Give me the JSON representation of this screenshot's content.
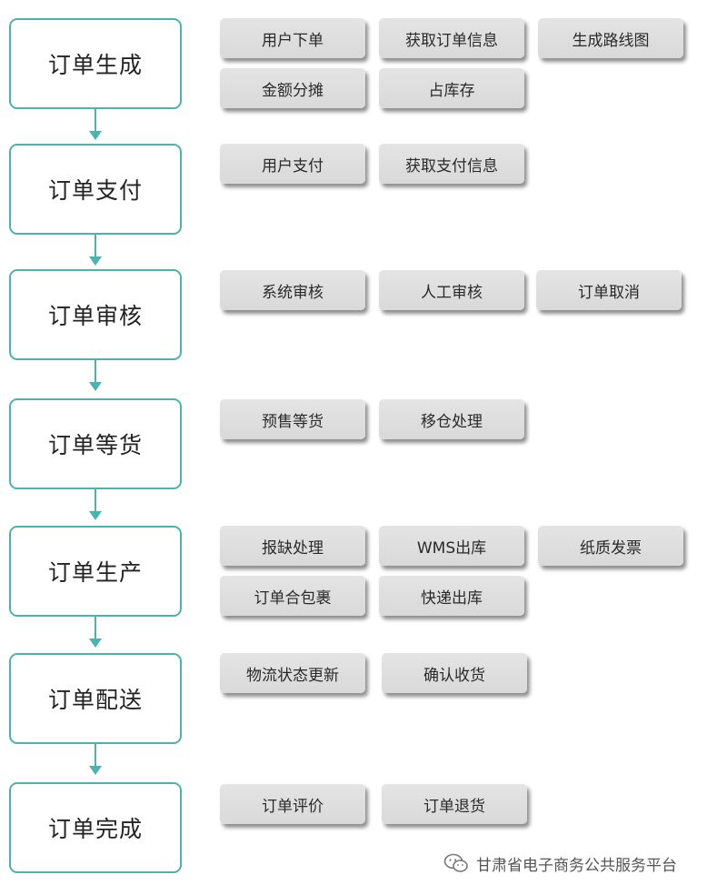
{
  "stages": [
    {
      "label": "订单生成",
      "steps": [
        "用户下单",
        "获取订单信息",
        "生成路线图",
        "金额分摊",
        "占库存"
      ]
    },
    {
      "label": "订单支付",
      "steps": [
        "用户支付",
        "获取支付信息"
      ]
    },
    {
      "label": "订单审核",
      "steps": [
        "系统审核",
        "人工审核",
        "订单取消"
      ]
    },
    {
      "label": "订单等货",
      "steps": [
        "预售等货",
        "移仓处理"
      ]
    },
    {
      "label": "订单生产",
      "steps": [
        "报缺处理",
        "WMS出库",
        "纸质发票",
        "订单合包裹",
        "快递出库"
      ]
    },
    {
      "label": "订单配送",
      "steps": [
        "物流状态更新",
        "确认收货"
      ]
    },
    {
      "label": "订单完成",
      "steps": [
        "订单评价",
        "订单退货"
      ]
    }
  ],
  "watermark": {
    "text": "甘肃省电子商务公共服务平台",
    "icon": "wechat-icon"
  },
  "colors": {
    "stage_border": "#4fb1ad",
    "arrow": "#4fb1ad",
    "step_fill": "#dcdcdc"
  }
}
